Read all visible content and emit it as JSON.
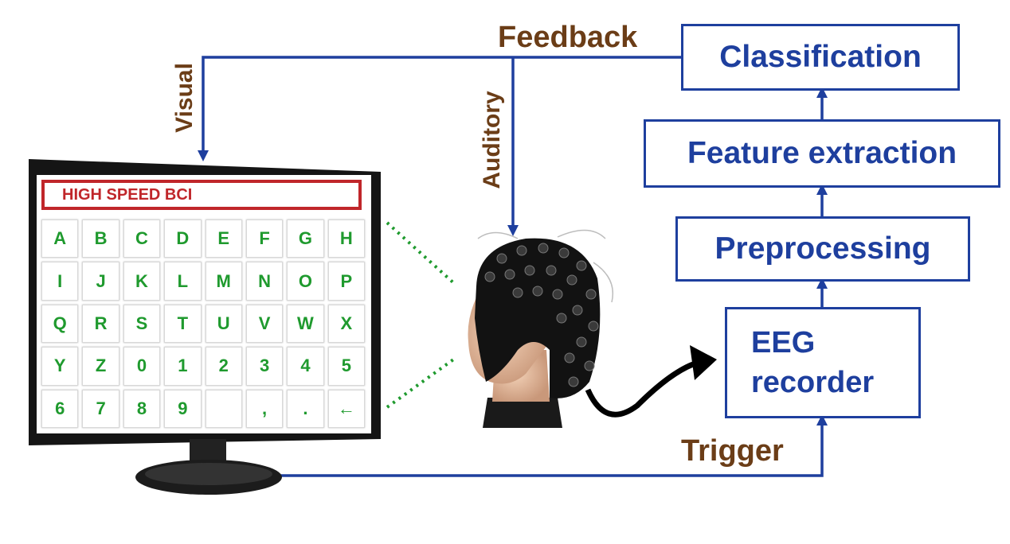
{
  "pipeline": {
    "classification": "Classification",
    "feature_extraction": "Feature extraction",
    "preprocessing": "Preprocessing",
    "eeg_line1": "EEG",
    "eeg_line2": "recorder"
  },
  "labels": {
    "feedback": "Feedback",
    "visual": "Visual",
    "auditory": "Auditory",
    "trigger": "Trigger"
  },
  "speller": {
    "title": "HIGH SPEED BCI",
    "keys": [
      "A",
      "B",
      "C",
      "D",
      "E",
      "F",
      "G",
      "H",
      "I",
      "J",
      "K",
      "L",
      "M",
      "N",
      "O",
      "P",
      "Q",
      "R",
      "S",
      "T",
      "U",
      "V",
      "W",
      "X",
      "Y",
      "Z",
      "0",
      "1",
      "2",
      "3",
      "4",
      "5",
      "6",
      "7",
      "8",
      "9",
      "",
      ",",
      ".",
      "←"
    ]
  },
  "colors": {
    "flow_blue": "#1e3f9e",
    "label_brown": "#6b3d17",
    "speller_green": "#1f9a2e",
    "title_red": "#c0262a",
    "link_dotted_green": "#1f9a2e"
  }
}
